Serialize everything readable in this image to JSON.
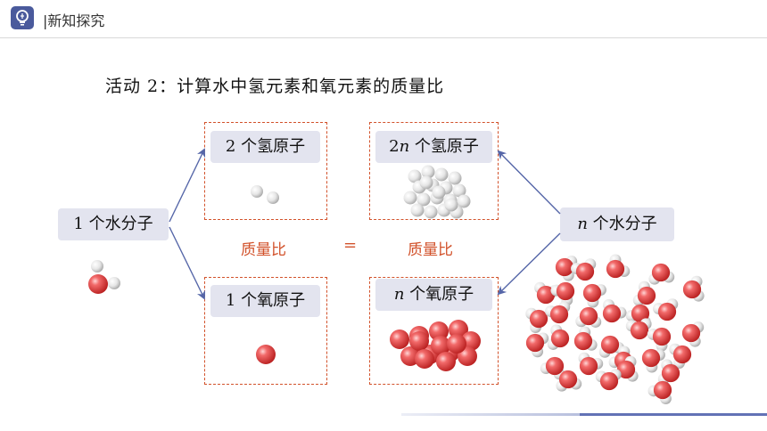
{
  "header": {
    "title": "|新知探究",
    "logo_icon": "lightbulb-icon"
  },
  "activity_title": "活动 2：计算水中氢元素和氧元素的质量比",
  "labels": {
    "one_water_molecule": "1 个水分子",
    "two_h_atoms": "2 个氢原子",
    "one_o_atom": "1 个氧原子",
    "two_n_h_atoms": "2n 个氢原子",
    "n_o_atoms": "n 个氧原子",
    "n_water_molecules": "n 个水分子"
  },
  "mass_ratio_left": "质量比",
  "equals": "=",
  "mass_ratio_right": "质量比",
  "colors": {
    "accent": "#d2522b",
    "label_bg": "#e3e4ef",
    "arrow": "#5566a8",
    "oxygen": "#e03c3c",
    "hydrogen": "#dcdcdc"
  }
}
